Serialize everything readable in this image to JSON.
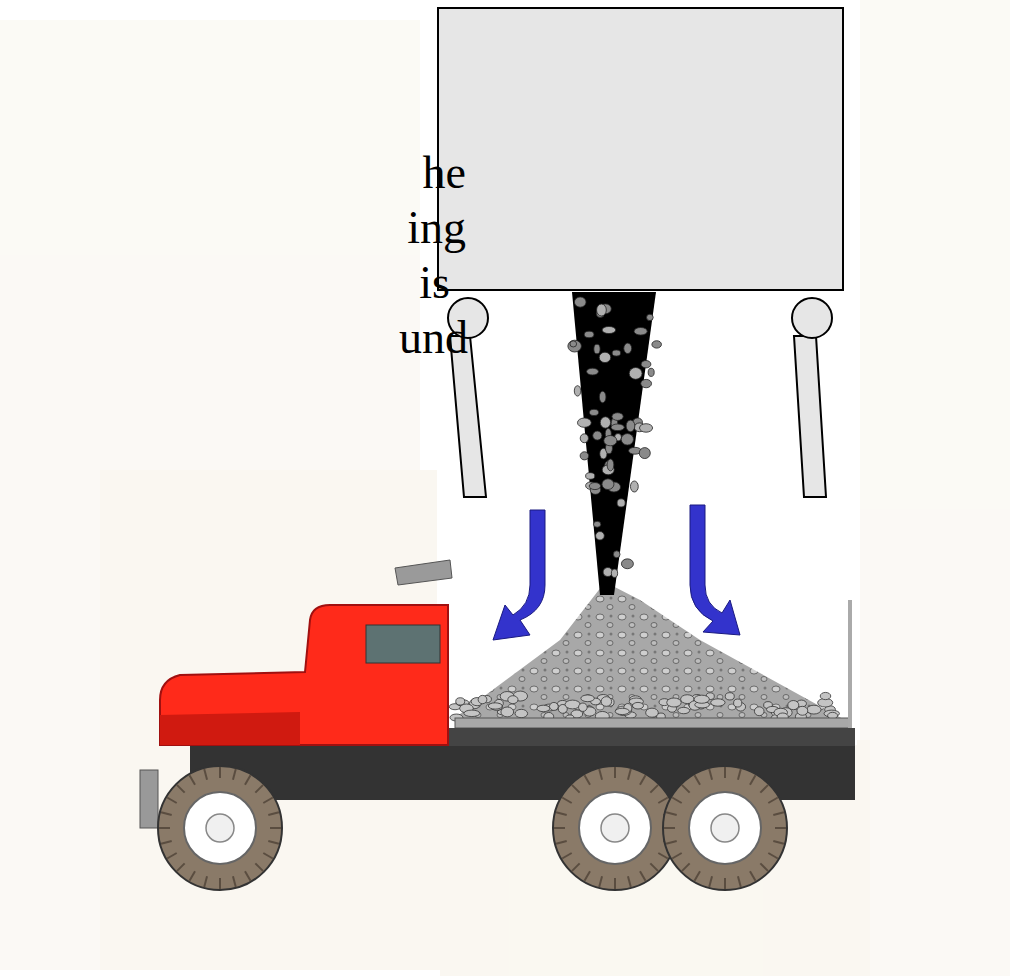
{
  "diagram": {
    "labels": [
      "he",
      "ing",
      "is",
      "und"
    ]
  }
}
